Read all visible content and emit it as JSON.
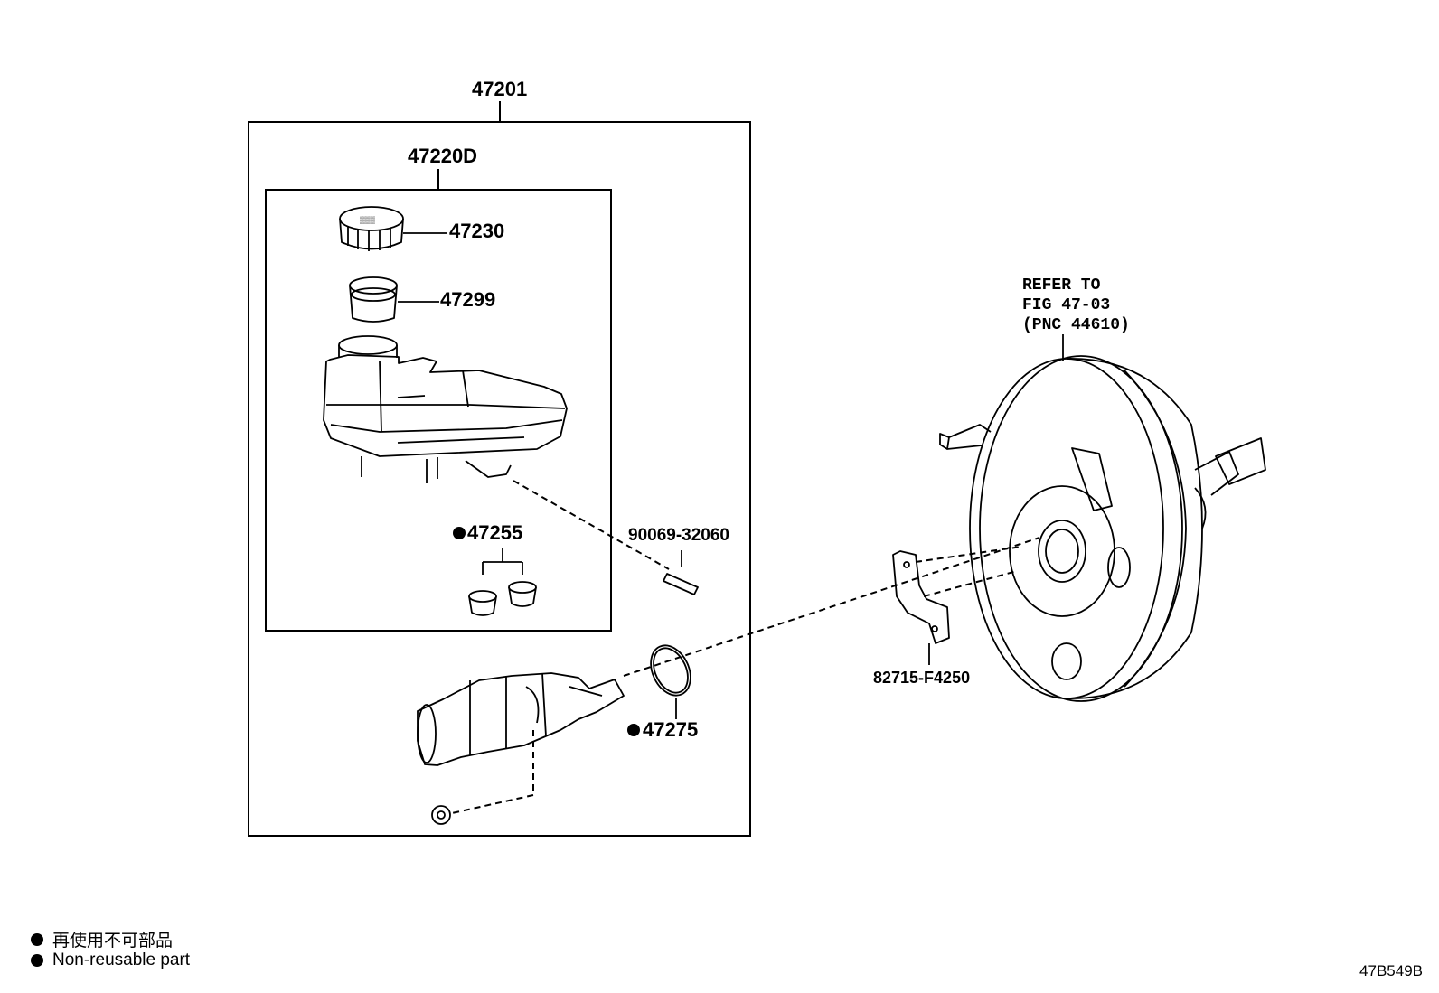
{
  "labels": {
    "assy": "47201",
    "reservoir_set": "47220D",
    "cap": "47230",
    "strainer": "47299",
    "grommet": "47255",
    "pin": "90069-32060",
    "o_ring": "47275",
    "bracket": "82715-F4250"
  },
  "refer": {
    "line1": "REFER TO",
    "line2": "FIG 47-03",
    "line3": "(PNC 44610)"
  },
  "legend": {
    "jp": "再使用不可部品",
    "en": "Non-reusable part"
  },
  "figure_code": "47B549B"
}
